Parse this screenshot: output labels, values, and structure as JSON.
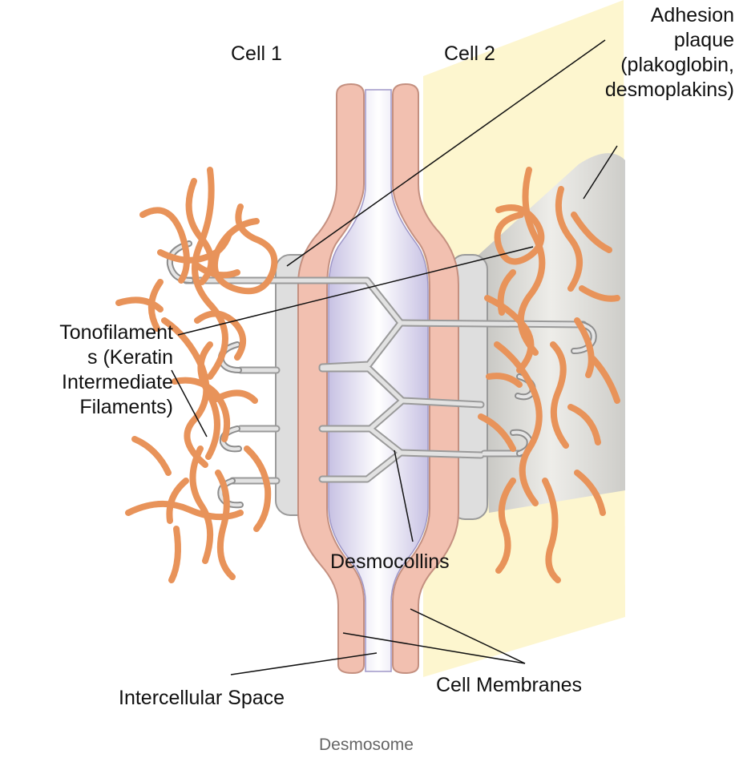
{
  "labels": {
    "cell1": "Cell 1",
    "cell2": "Cell 2",
    "adhesion_plaque": [
      "Adhesion",
      "plaque",
      "(plakoglobin,",
      "desmoplakins)"
    ],
    "tonofilaments": [
      "Tonofilament",
      "s (Keratin",
      "Intermediate",
      "Filaments)"
    ],
    "desmocollins": "Desmocollins",
    "intercellular_space": "Intercellular Space",
    "cell_membranes": "Cell Membranes",
    "caption": "Desmosome"
  },
  "colors": {
    "membrane": "#f2c0b0",
    "membrane_outline": "#c49080",
    "intercellular_space": "#cfc9e8",
    "plaque": "#d9d9d9",
    "filament": "#e8935a",
    "cell2_panel": "#fdf6cf",
    "desmocollin": "#dcdcdc",
    "caption": "#666666"
  }
}
